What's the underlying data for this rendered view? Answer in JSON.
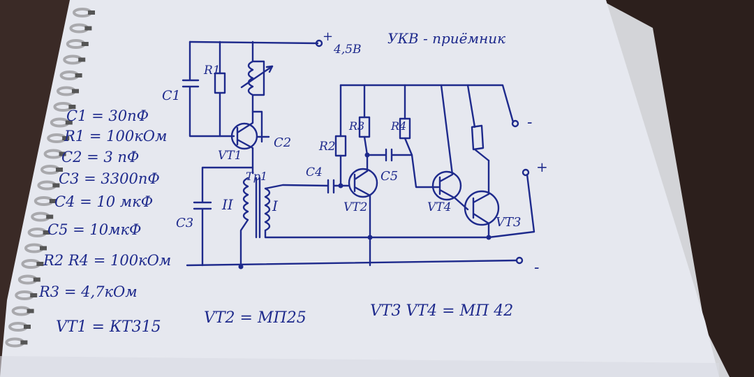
{
  "title": "УКВ - приёмник",
  "supply_voltage": "4,5В",
  "terminal_plus": "+",
  "terminal_minus": "-",
  "component_values": [
    "C1 = 30пФ",
    "R1 = 100кОм",
    "C2 = 3 пФ",
    "C3 = 3300пФ",
    "C4 = 10 мкФ",
    "C5 = 10мкФ",
    "R2 R4 = 100кОм",
    "R3 = 4,7кОм"
  ],
  "transistor_types": [
    "VT1 = КТ315",
    "VT2 = МП25",
    "VT3 VT4 = МП 42"
  ],
  "labels": {
    "c1": "C1",
    "r1": "R1",
    "c2": "C2",
    "vt1": "VT1",
    "c3": "C3",
    "tr1": "Тр1",
    "winding_2": "II",
    "winding_1": "I",
    "c4": "C4",
    "r2": "R2",
    "r3": "R3",
    "r4": "R4",
    "c5": "C5",
    "vt2": "VT2",
    "vt4": "VT4",
    "vt3": "VT3"
  },
  "colors": {
    "ink": "#1e2a8c",
    "paper": "#e6e8ef",
    "background": "#3a2a26",
    "spiral": "#a9a9ad"
  }
}
